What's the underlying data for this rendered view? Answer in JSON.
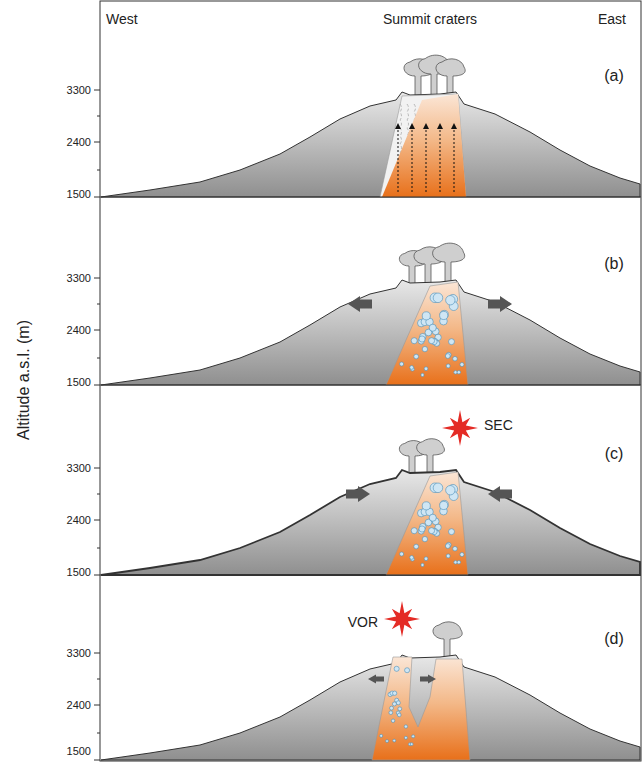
{
  "diagram": {
    "labels": [
      "West",
      "Summit craters",
      "East",
      "3300",
      "2400",
      "1500",
      "(a)",
      "3300",
      "2400",
      "1500",
      "(b)",
      "SEC",
      "3300",
      "2400",
      "1500",
      "(c)",
      "VOR",
      "3300",
      "2400",
      "1500",
      "(d)",
      "Altitude a.s.l. (m)"
    ]
  }
}
